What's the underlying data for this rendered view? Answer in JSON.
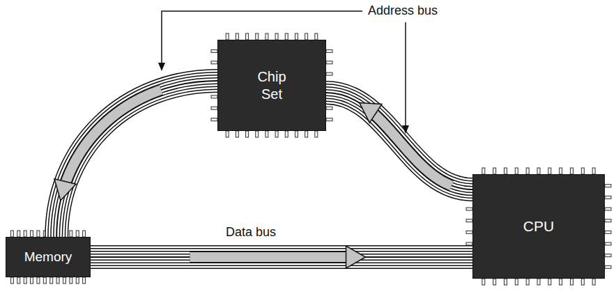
{
  "diagram": {
    "nodes": [
      {
        "text": [
          "Chip Set"
        ]
      },
      {
        "text": [
          "Memory"
        ]
      },
      {
        "text": [
          "CPU"
        ]
      }
    ],
    "edges": [
      {
        "from": 2,
        "to": 0,
        "arrow": "to"
      },
      {
        "from": 0,
        "to": 1,
        "arrow": "to"
      },
      {
        "from": 1,
        "to": 2,
        "arrow": "to",
        "label": "Data bus"
      }
    ],
    "labels": [
      "Address bus"
    ]
  }
}
